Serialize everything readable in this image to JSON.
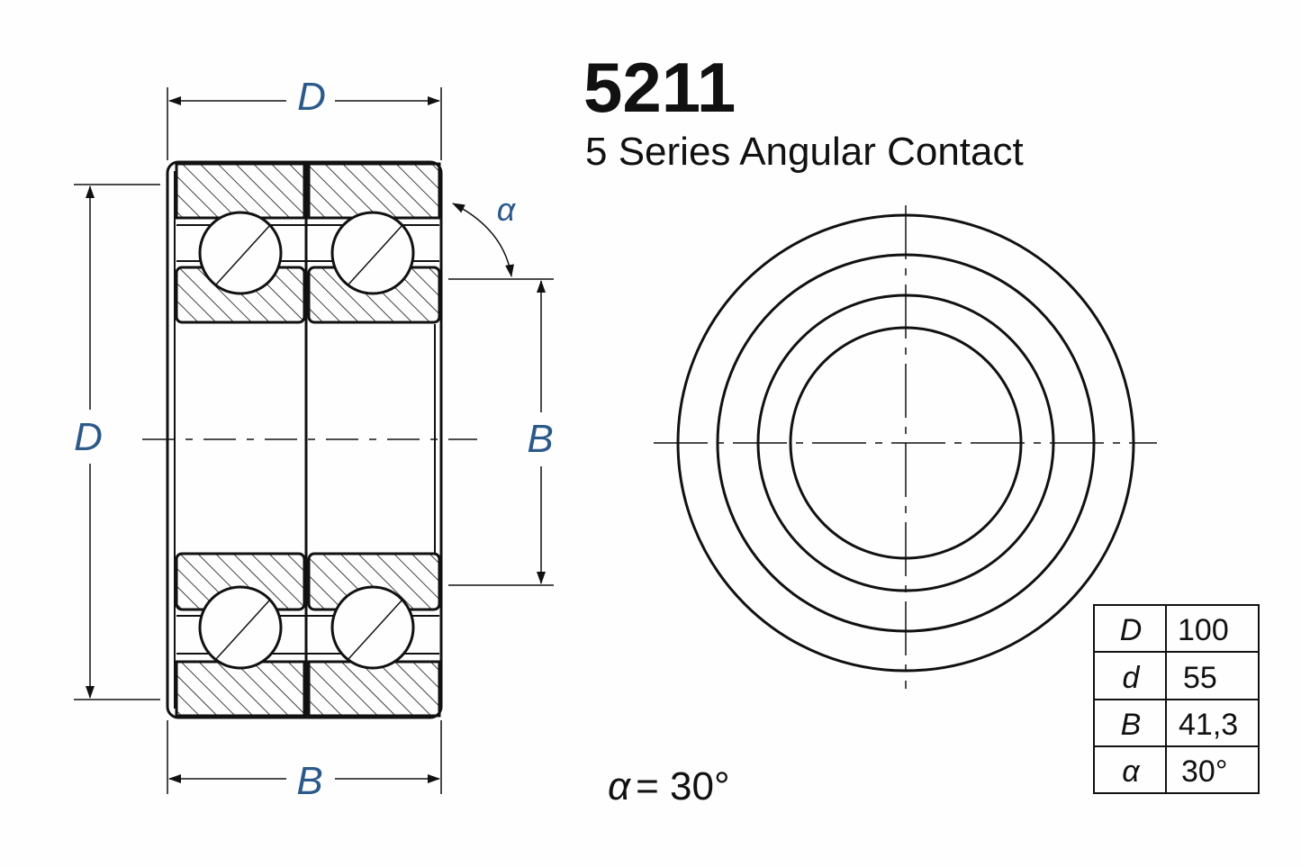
{
  "header": {
    "title": "5211",
    "subtitle": "5 Series Angular Contact"
  },
  "labels": {
    "top_dim": "D",
    "left_dim": "D",
    "right_dim": "B",
    "bottom_dim": "B",
    "angle": "α"
  },
  "angle_note": {
    "symbol": "α",
    "text": "= 30°"
  },
  "spec_table": [
    {
      "symbol": "D",
      "value": "100"
    },
    {
      "symbol": "d",
      "value": "55"
    },
    {
      "symbol": "B",
      "value": "41,3"
    },
    {
      "symbol": "α",
      "value": "30°"
    }
  ],
  "colors": {
    "label": "#2b5a8a",
    "line": "#111111"
  }
}
